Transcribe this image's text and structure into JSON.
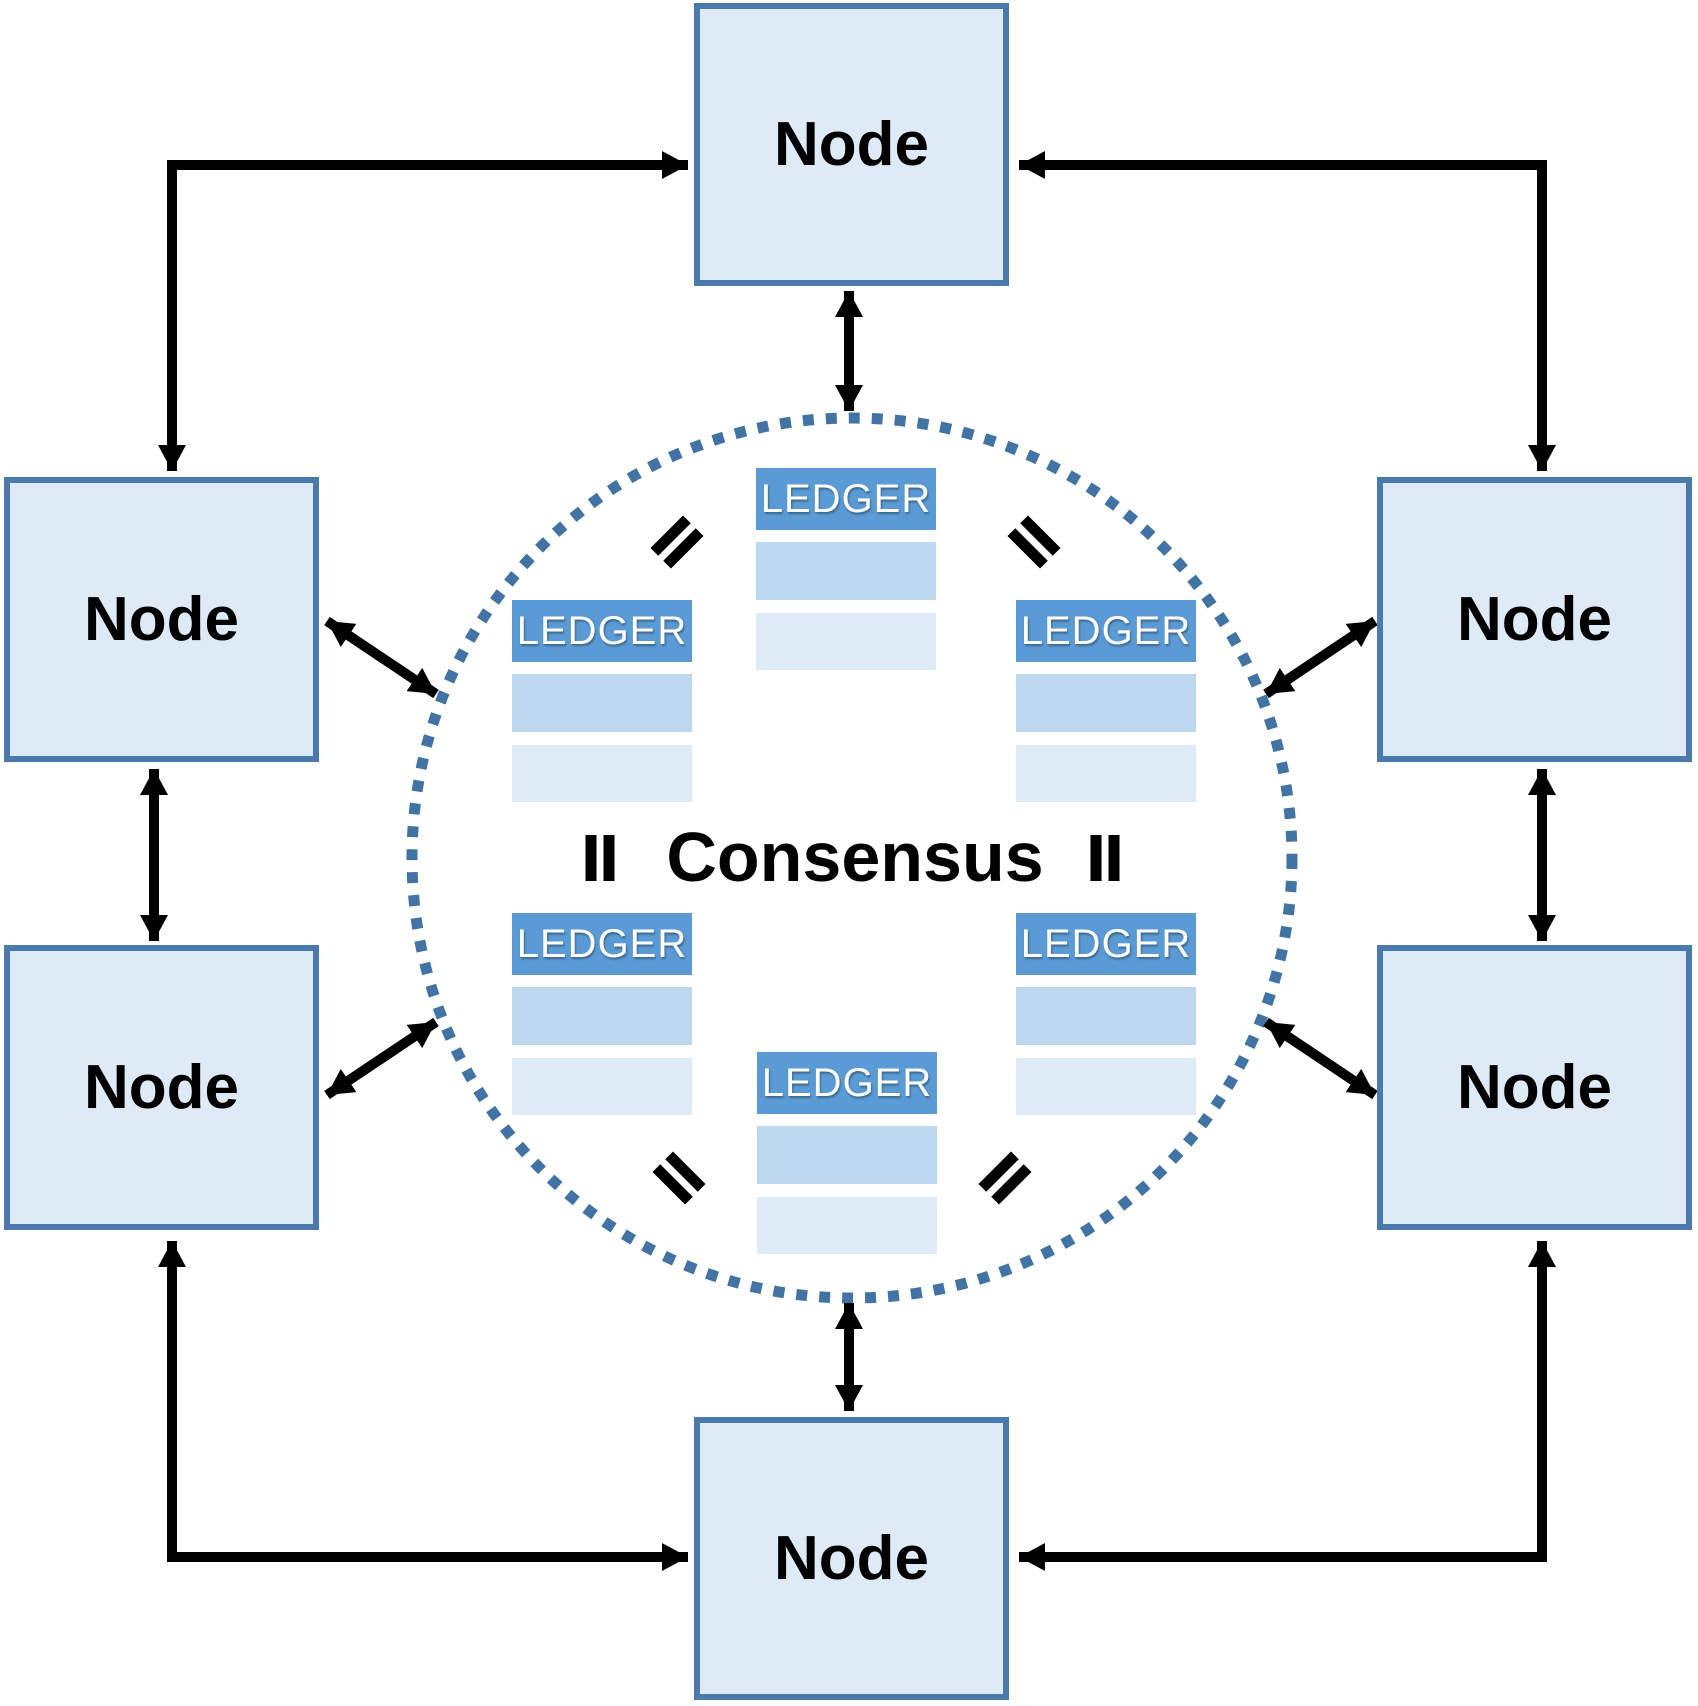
{
  "diagram": {
    "center_label": "Consensus",
    "nodes": [
      {
        "id": "top",
        "label": "Node"
      },
      {
        "id": "upper-left",
        "label": "Node"
      },
      {
        "id": "upper-right",
        "label": "Node"
      },
      {
        "id": "lower-left",
        "label": "Node"
      },
      {
        "id": "lower-right",
        "label": "Node"
      },
      {
        "id": "bottom",
        "label": "Node"
      }
    ],
    "ledgers": [
      {
        "id": "top-center",
        "label": "LEDGER"
      },
      {
        "id": "upper-left",
        "label": "LEDGER"
      },
      {
        "id": "upper-right",
        "label": "LEDGER"
      },
      {
        "id": "lower-left",
        "label": "LEDGER"
      },
      {
        "id": "lower-right",
        "label": "LEDGER"
      },
      {
        "id": "bottom-center",
        "label": "LEDGER"
      }
    ],
    "equals_icons": [
      "top-left",
      "top-right",
      "mid-left",
      "mid-right",
      "bottom-left",
      "bottom-right"
    ],
    "colors": {
      "background": "#ffffff",
      "node_fill": "#deeaf6",
      "node_border": "#4a7aad",
      "node_text": "#000000",
      "ledger_header": "#5b9bd5",
      "ledger_text": "#ffffff",
      "ledger_row_1": "#bdd7ee",
      "ledger_row_2": "#deebf7",
      "circle_dots": "#4273a5",
      "arrow": "#000000",
      "center_text": "#000000",
      "equals": "#000000"
    }
  }
}
